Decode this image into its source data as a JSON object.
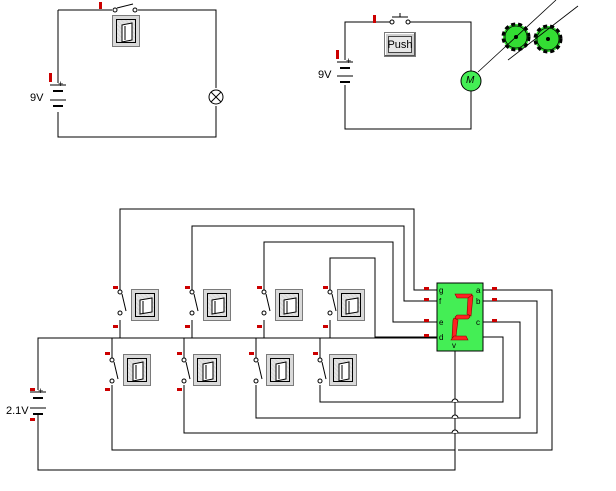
{
  "battery_top_left": {
    "voltage_label": "9V",
    "polarity": "+"
  },
  "battery_top_right": {
    "voltage_label": "9V",
    "polarity": "+"
  },
  "battery_bottom": {
    "voltage_label": "2.1V",
    "polarity": "+"
  },
  "push_button": {
    "label": "Push"
  },
  "motor": {
    "label": "M"
  },
  "seven_segment": {
    "digit": "2",
    "left_pins": [
      "g",
      "f",
      "e",
      "d"
    ],
    "right_pins": [
      "a",
      "b",
      "c"
    ],
    "bottom_pin": "v"
  },
  "colors": {
    "wire": "#000000",
    "terminal_red": "#cc0000",
    "display_green": "#44ee55",
    "segment_red": "#ff2222",
    "gear_green": "#33dd33"
  }
}
